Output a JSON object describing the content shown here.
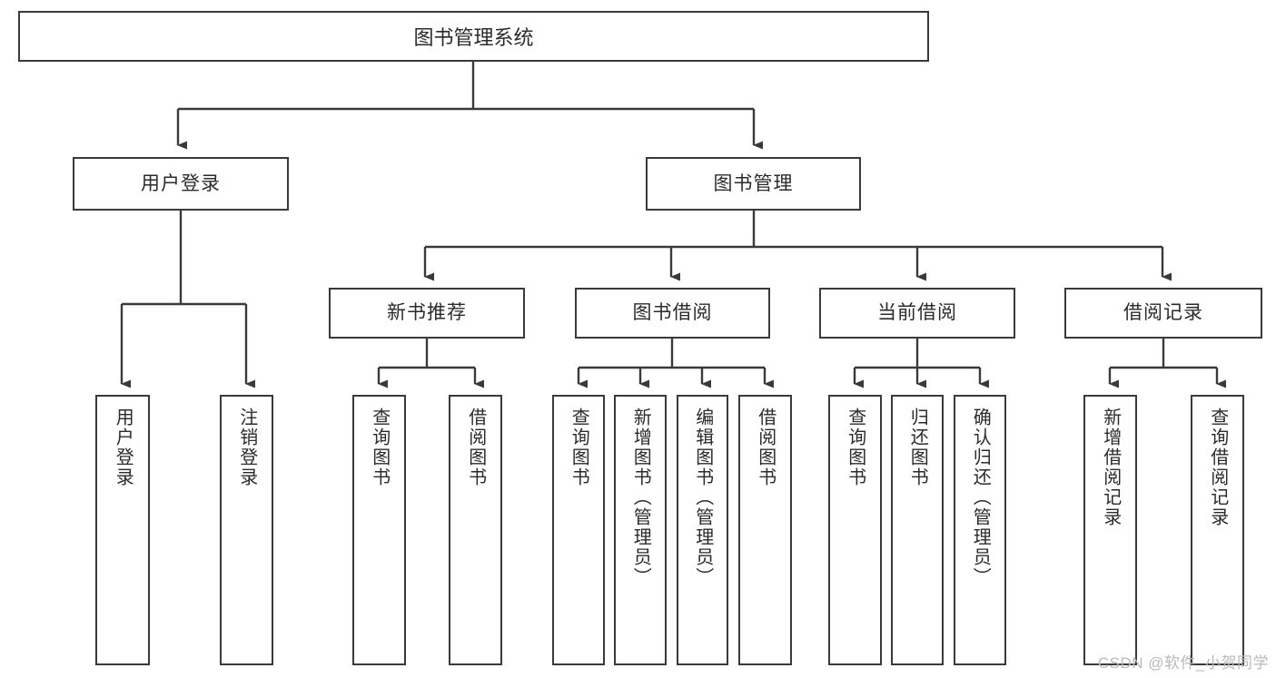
{
  "diagram": {
    "title": "图书管理系统",
    "type": "tree-hierarchy",
    "style": {
      "box_border_color": "#3a3a3a",
      "box_fill_color": "#ffffff",
      "line_color": "#3a3a3a",
      "text_color": "#2b2b2b",
      "background": "#ffffff"
    },
    "root": {
      "label": "图书管理系统"
    },
    "level2": [
      {
        "label": "用户登录"
      },
      {
        "label": "图书管理"
      }
    ],
    "level3": [
      {
        "label": "新书推荐"
      },
      {
        "label": "图书借阅"
      },
      {
        "label": "当前借阅"
      },
      {
        "label": "借阅记录"
      }
    ],
    "leaves": {
      "user_login": [
        {
          "label": "用户登录"
        },
        {
          "label": "注销登录"
        }
      ],
      "new_book_recommend": [
        {
          "label": "查询图书"
        },
        {
          "label": "借阅图书"
        }
      ],
      "book_borrow": [
        {
          "label": "查询图书"
        },
        {
          "label": "新增图书（管理员）"
        },
        {
          "label": "编辑图书（管理员）"
        },
        {
          "label": "借阅图书"
        }
      ],
      "current_borrow": [
        {
          "label": "查询图书"
        },
        {
          "label": "归还图书"
        },
        {
          "label": "确认归还（管理员）"
        }
      ],
      "borrow_record": [
        {
          "label": "新增借阅记录"
        },
        {
          "label": "查询借阅记录"
        }
      ]
    }
  },
  "watermark": {
    "text": "CSDN @软件_小贺同学"
  }
}
